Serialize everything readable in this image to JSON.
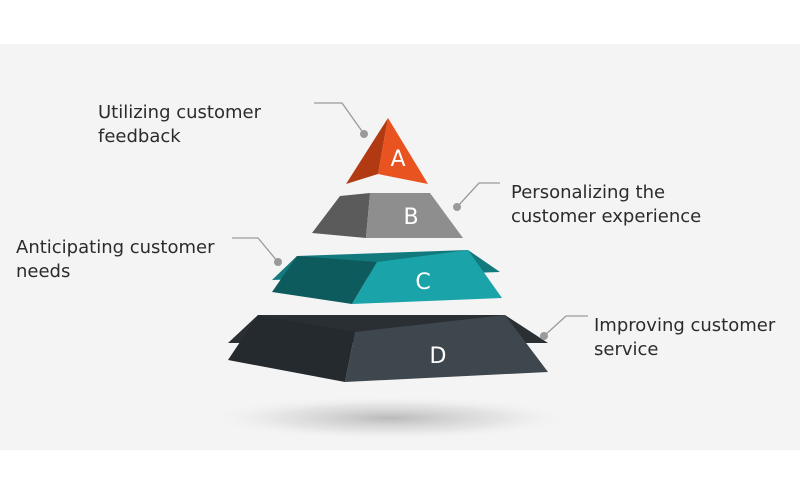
{
  "pyramid": {
    "tiers": [
      {
        "letter": "A",
        "label_lines": [
          "Utilizing customer",
          "feedback"
        ],
        "front_color": "#e8531f",
        "side_color": "#b23a12"
      },
      {
        "letter": "B",
        "label_lines": [
          "Personalizing the",
          "customer experience"
        ],
        "front_color": "#8e8e8e",
        "side_color": "#5b5b5b"
      },
      {
        "letter": "C",
        "label_lines": [
          "Anticipating customer",
          "needs"
        ],
        "front_color": "#1aa3a8",
        "side_color": "#0e5b5e"
      },
      {
        "letter": "D",
        "label_lines": [
          "Improving customer",
          "service"
        ],
        "front_color": "#3f474e",
        "side_color": "#252a2f"
      }
    ],
    "connector_color": "#9a9a9a"
  }
}
